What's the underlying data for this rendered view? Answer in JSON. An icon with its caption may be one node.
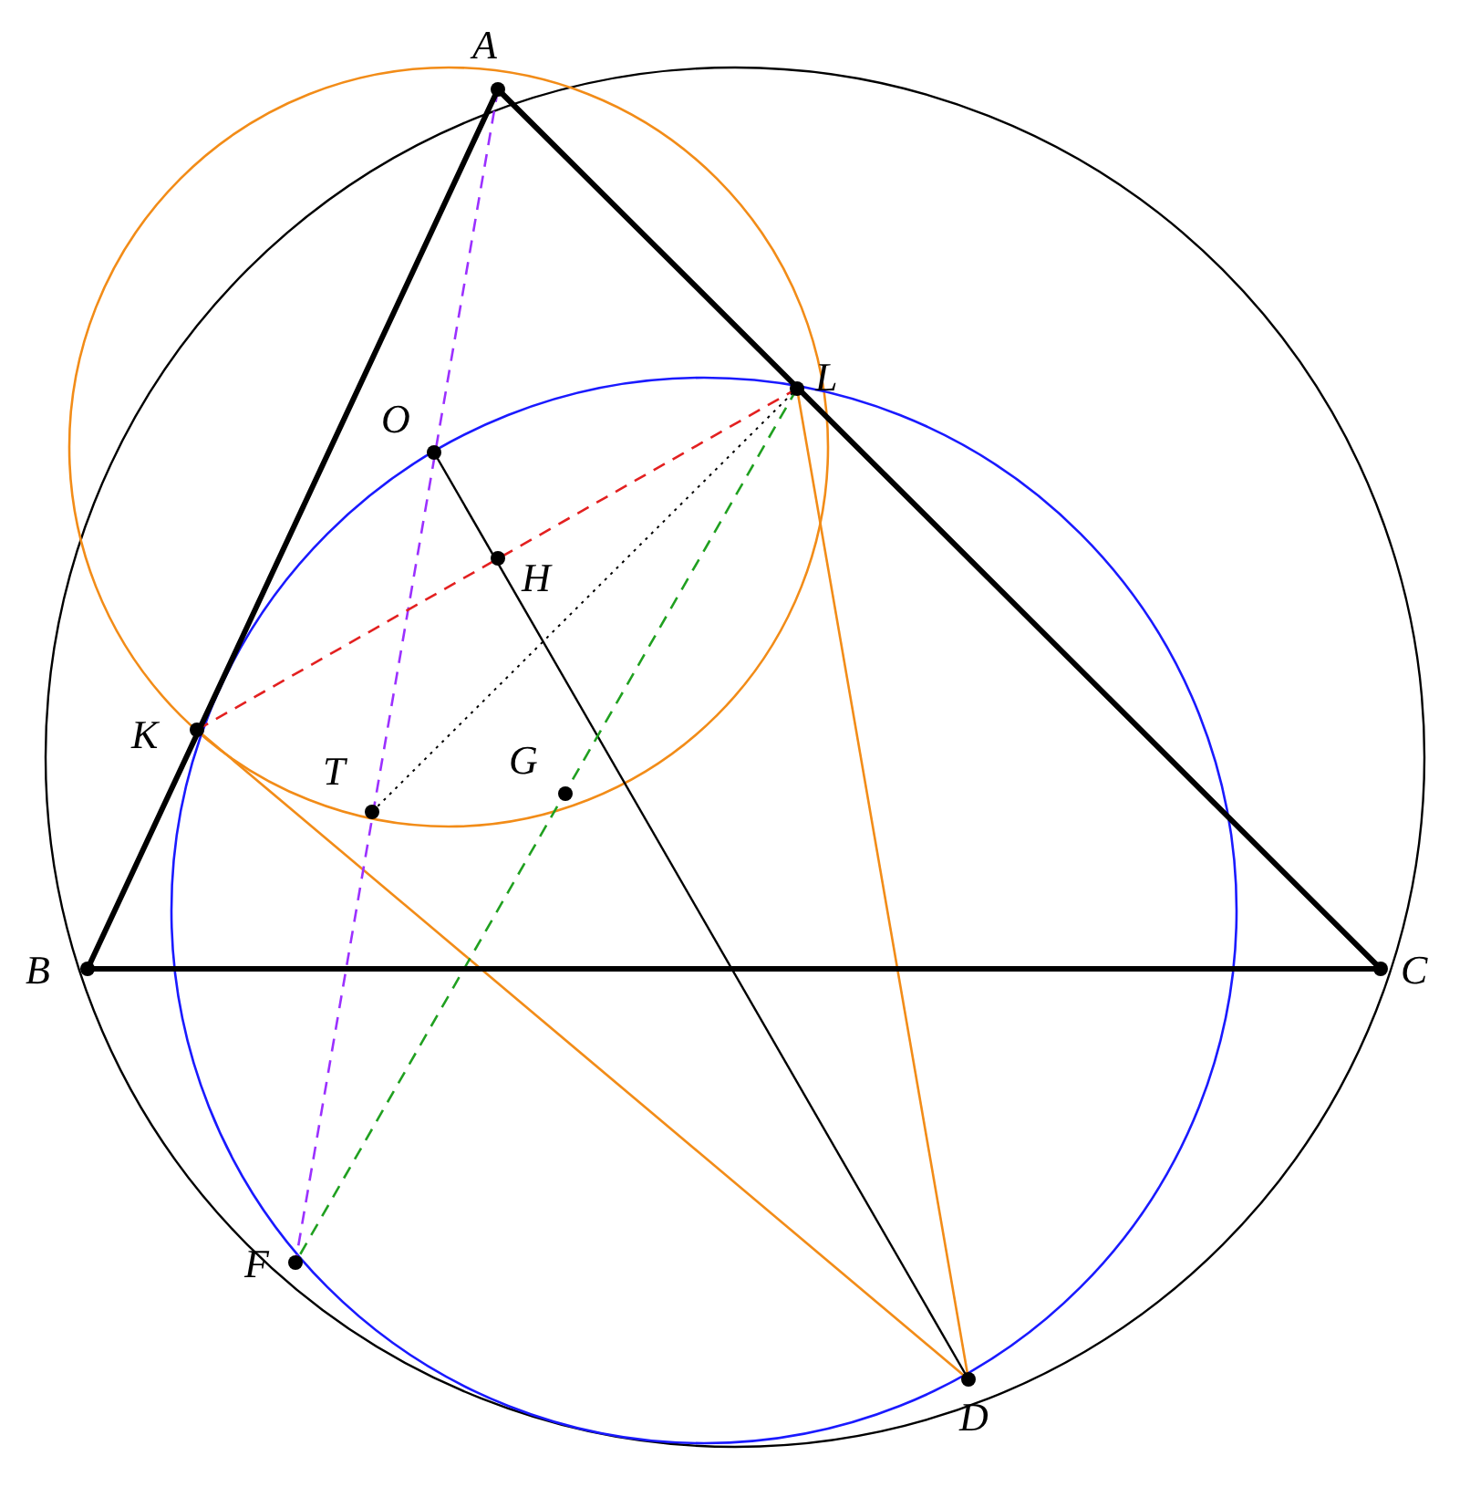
{
  "diagram": {
    "labels": [
      "A",
      "L",
      "O",
      "H",
      "K",
      "T",
      "G",
      "B",
      "C",
      "F",
      "D"
    ]
  }
}
